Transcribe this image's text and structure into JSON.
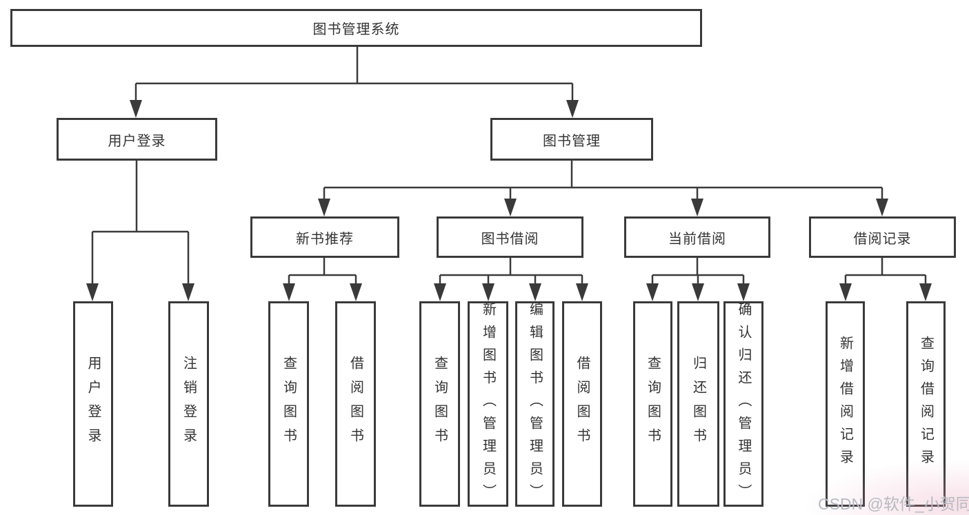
{
  "diagram": {
    "type": "hierarchy-tree",
    "title": "图书管理系统",
    "nodes": {
      "root": {
        "label": "图书管理系统"
      },
      "userLogin": {
        "label": "用户登录"
      },
      "bookMgmt": {
        "label": "图书管理"
      },
      "leafUserLogin": {
        "label": "用户登录"
      },
      "leafLogout": {
        "label": "注销登录"
      },
      "newRec": {
        "label": "新书推荐"
      },
      "bookBorrow": {
        "label": "图书借阅"
      },
      "curBorrow": {
        "label": "当前借阅"
      },
      "borrowRec": {
        "label": "借阅记录"
      },
      "recQuery": {
        "label": "查询图书"
      },
      "recBorrow": {
        "label": "借阅图书"
      },
      "bbQuery": {
        "label": "查询图书"
      },
      "bbAdd": {
        "label": "新增图书（管理员）"
      },
      "bbEdit": {
        "label": "编辑图书（管理员）"
      },
      "bbBorrow": {
        "label": "借阅图书"
      },
      "cbQuery": {
        "label": "查询图书"
      },
      "cbReturn": {
        "label": "归还图书"
      },
      "cbConfirm": {
        "label": "确认归还（管理员）"
      },
      "brAdd": {
        "label": "新增借阅记录"
      },
      "brQuery": {
        "label": "查询借阅记录"
      }
    },
    "edges": [
      [
        "图书管理系统",
        "用户登录"
      ],
      [
        "图书管理系统",
        "图书管理"
      ],
      [
        "用户登录",
        "用户登录"
      ],
      [
        "用户登录",
        "注销登录"
      ],
      [
        "图书管理",
        "新书推荐"
      ],
      [
        "图书管理",
        "图书借阅"
      ],
      [
        "图书管理",
        "当前借阅"
      ],
      [
        "图书管理",
        "借阅记录"
      ],
      [
        "新书推荐",
        "查询图书"
      ],
      [
        "新书推荐",
        "借阅图书"
      ],
      [
        "图书借阅",
        "查询图书"
      ],
      [
        "图书借阅",
        "新增图书（管理员）"
      ],
      [
        "图书借阅",
        "编辑图书（管理员）"
      ],
      [
        "图书借阅",
        "借阅图书"
      ],
      [
        "当前借阅",
        "查询图书"
      ],
      [
        "当前借阅",
        "归还图书"
      ],
      [
        "当前借阅",
        "确认归还（管理员）"
      ],
      [
        "借阅记录",
        "新增借阅记录"
      ],
      [
        "借阅记录",
        "查询借阅记录"
      ]
    ],
    "watermark": "CSDN @软件_小贺同学",
    "colors": {
      "line": "#3a3a3a",
      "box_border": "#3a3a3a",
      "box_fill": "#ffffff",
      "text": "#333333",
      "watermark_text": "#b6bac1",
      "background": "#ffffff"
    }
  }
}
